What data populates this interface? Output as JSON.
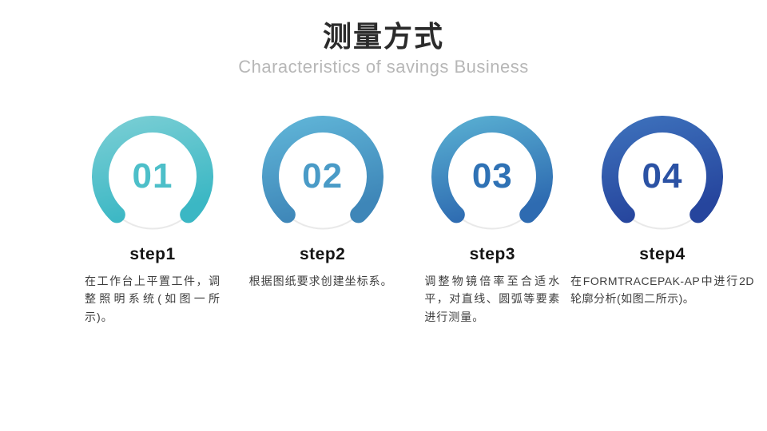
{
  "slide": {
    "title": "测量方式",
    "subtitle": "Characteristics of savings Business",
    "background_color": "#ffffff",
    "title_color": "#2b2b2b",
    "subtitle_color": "#b7b7b7",
    "track_color": "#e9e9e9"
  },
  "steps": [
    {
      "number": "01",
      "label": "step1",
      "description": "在工作台上平置工件，调整照明系统(如图一所示)。",
      "arc_color_top": "#74ccd3",
      "arc_color_bottom": "#3bb7c4",
      "number_color": "#4dbfc9"
    },
    {
      "number": "02",
      "label": "step2",
      "description": "根据图纸要求创建坐标系。",
      "arc_color_top": "#5db1d5",
      "arc_color_bottom": "#3e86b8",
      "number_color": "#4a9bc7"
    },
    {
      "number": "03",
      "label": "step3",
      "description": "调整物镜倍率至合适水平，对直线、圆弧等要素进行测量。",
      "arc_color_top": "#55a9cf",
      "arc_color_bottom": "#2e6bb1",
      "number_color": "#2f72b5"
    },
    {
      "number": "04",
      "label": "step4",
      "description": "在FORMTRACEPAK-AP中进行2D轮廓分析(如图二所示)。",
      "arc_color_top": "#3b6db9",
      "arc_color_bottom": "#26459d",
      "number_color": "#2b52a4"
    }
  ]
}
